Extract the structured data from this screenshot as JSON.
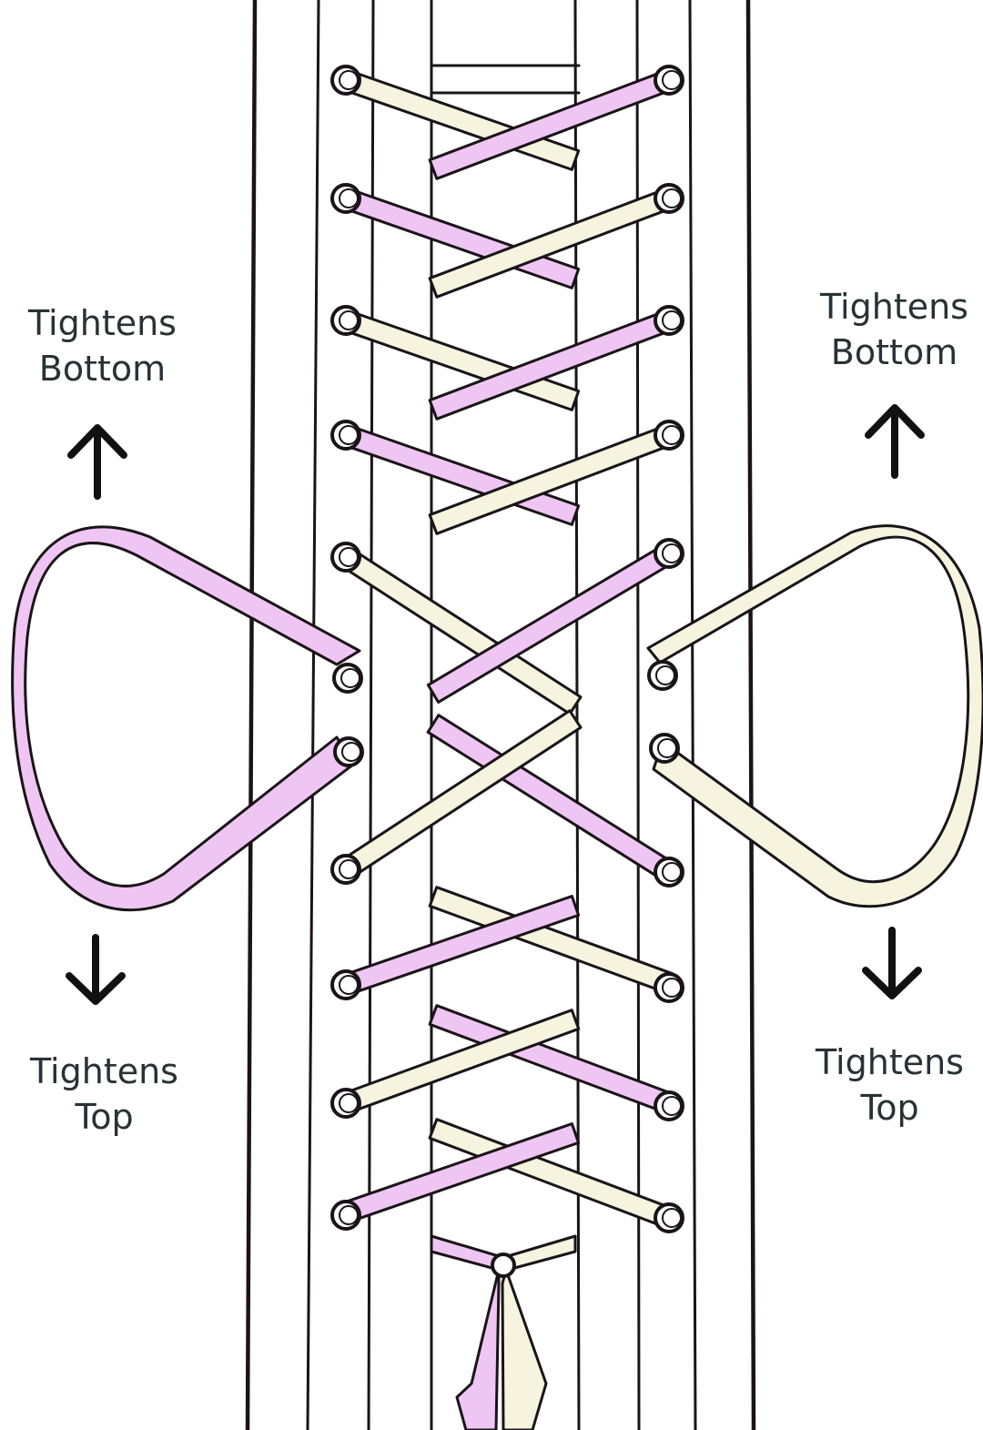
{
  "labels": {
    "top_left": [
      "Tightens",
      "Bottom"
    ],
    "bottom_left": [
      "Tightens",
      "Top"
    ],
    "top_right": [
      "Tightens",
      "Bottom"
    ],
    "bottom_right": [
      "Tightens",
      "Top"
    ]
  },
  "colors": {
    "purple_lace": "#efc6f3",
    "cream_lace": "#f6f3df",
    "outline": "#1a1418",
    "text": "#283235"
  },
  "icons": [
    "arrow-up-icon",
    "arrow-down-icon"
  ]
}
